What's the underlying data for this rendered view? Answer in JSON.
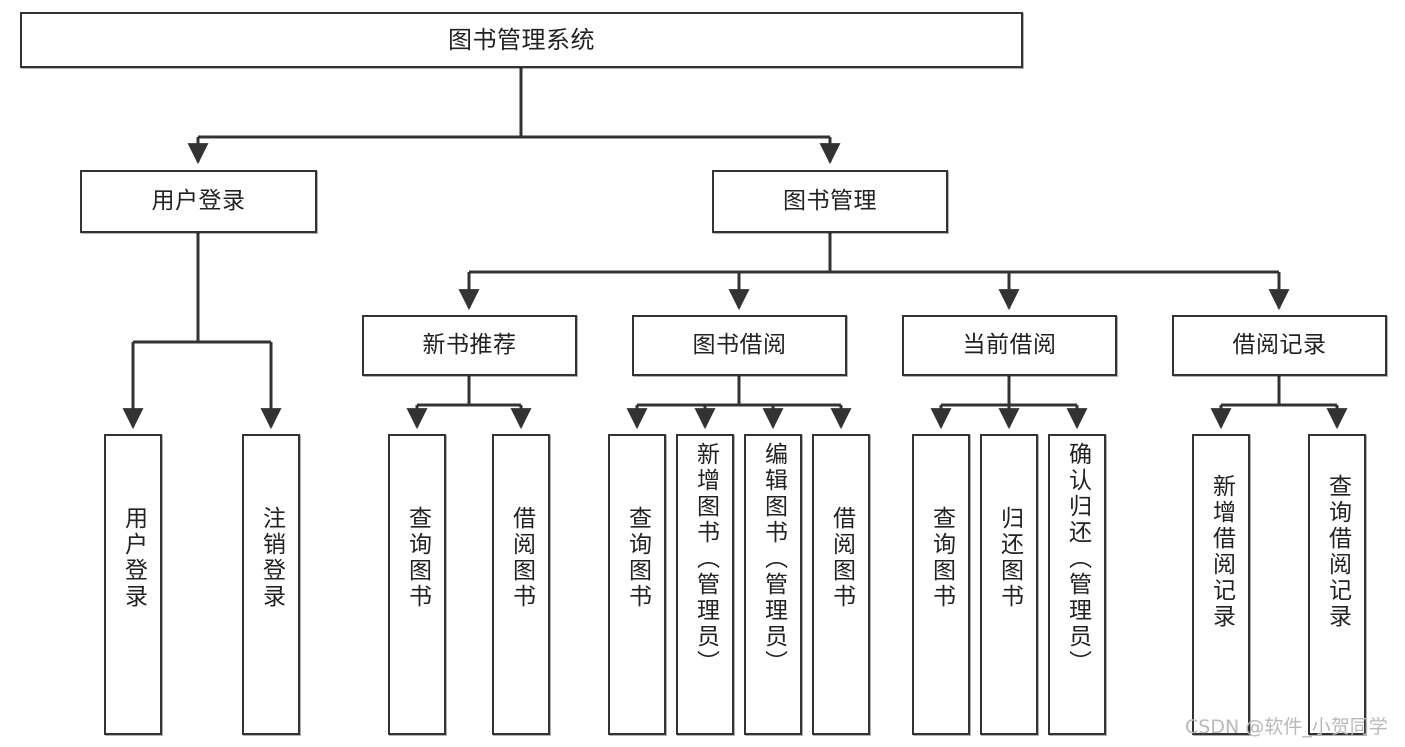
{
  "diagram": {
    "title": "图书管理系统",
    "watermark": "CSDN @软件_小贺同学",
    "line_color": "#333333",
    "box_border_color": "#333333",
    "box_fill_color": "#ffffff",
    "text_color": "#222222",
    "watermark_color": "#b9b9b9"
  },
  "nodes": {
    "root": {
      "label": "图书管理系统"
    },
    "level2": [
      {
        "label": "用户登录"
      },
      {
        "label": "图书管理"
      }
    ],
    "level3": [
      {
        "label": "新书推荐"
      },
      {
        "label": "图书借阅"
      },
      {
        "label": "当前借阅"
      },
      {
        "label": "借阅记录"
      }
    ],
    "leaves": {
      "user_login": [
        {
          "label": "用户登录"
        },
        {
          "label": "注销登录"
        }
      ],
      "new_book_recommend": [
        {
          "label": "查询图书"
        },
        {
          "label": "借阅图书"
        }
      ],
      "book_borrow": [
        {
          "label": "查询图书"
        },
        {
          "label": "新增图书（管理员）"
        },
        {
          "label": "编辑图书（管理员）"
        },
        {
          "label": "借阅图书"
        }
      ],
      "current_borrow": [
        {
          "label": "查询图书"
        },
        {
          "label": "归还图书"
        },
        {
          "label": "确认归还（管理员）"
        }
      ],
      "borrow_record": [
        {
          "label": "新增借阅记录"
        },
        {
          "label": "查询借阅记录"
        }
      ]
    }
  }
}
